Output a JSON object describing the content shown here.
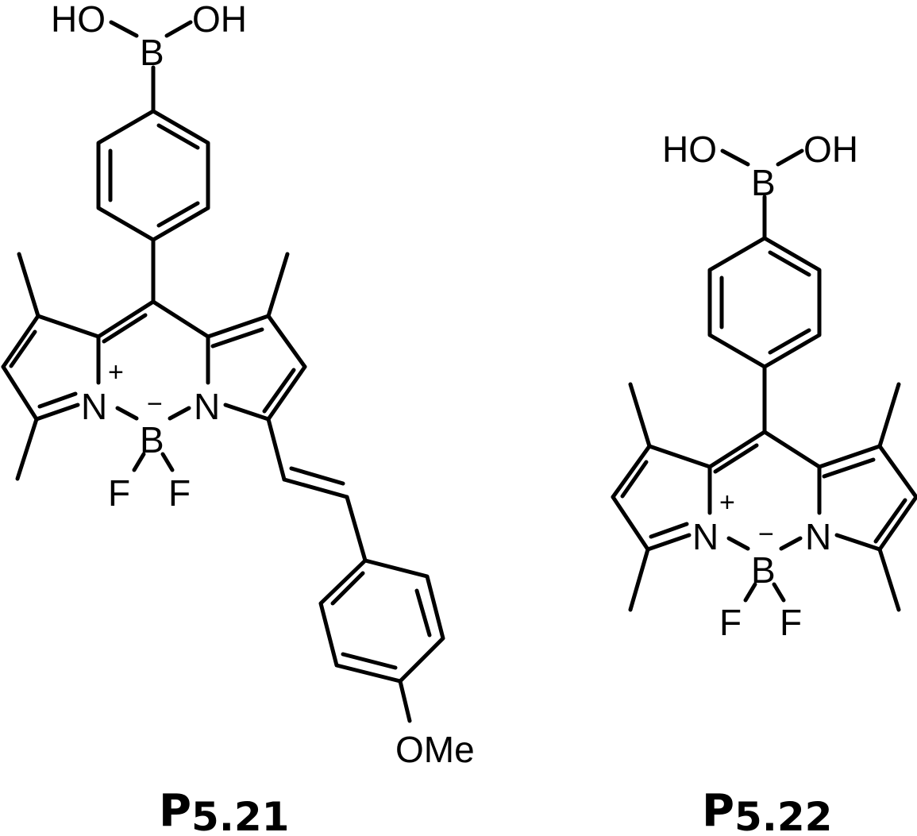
{
  "compounds": [
    {
      "caption": {
        "prefix": "P",
        "number": "5.21"
      },
      "atoms": {
        "boronic_ho": "HO",
        "boronic_b": "B",
        "boronic_oh": "OH",
        "n_left": "N",
        "n_left_charge": "+",
        "b_core": "B",
        "b_core_charge": "−",
        "n_right": "N",
        "f_left": "F",
        "f_right": "F",
        "methoxy": "OMe"
      }
    },
    {
      "caption": {
        "prefix": "P",
        "number": "5.22"
      },
      "atoms": {
        "boronic_ho": "HO",
        "boronic_b": "B",
        "boronic_oh": "OH",
        "n_left": "N",
        "n_left_charge": "+",
        "b_core": "B",
        "b_core_charge": "−",
        "n_right": "N",
        "f_left": "F",
        "f_right": "F"
      }
    }
  ]
}
